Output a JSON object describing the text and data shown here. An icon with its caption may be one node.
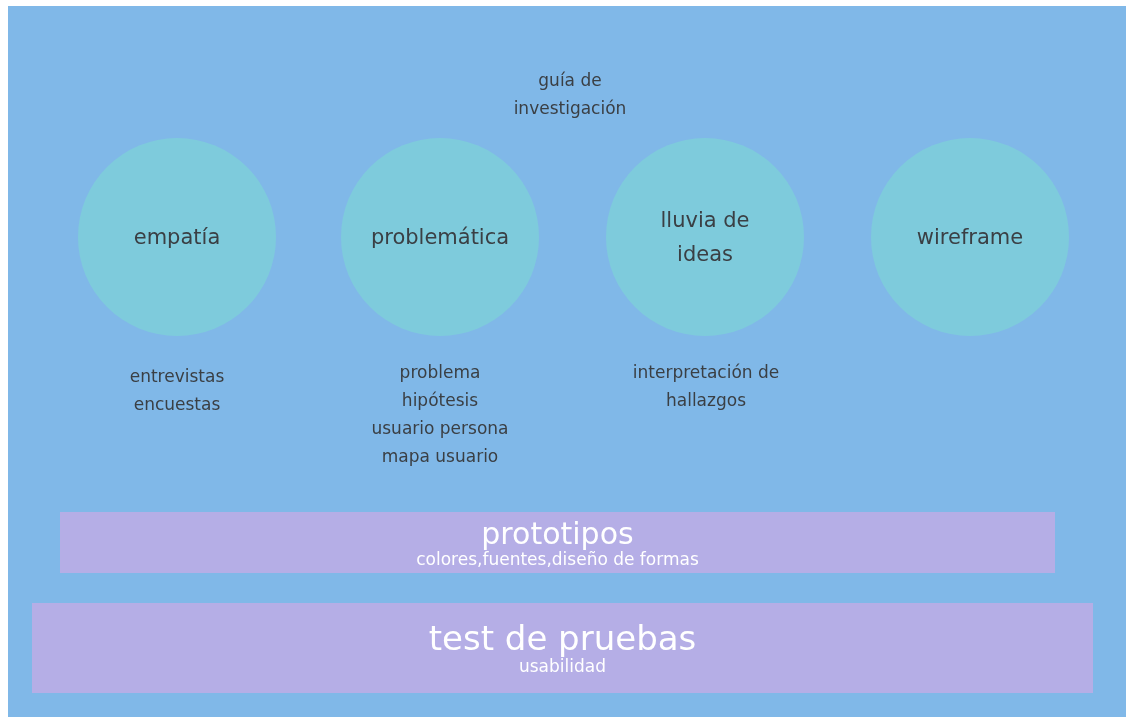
{
  "diagram": {
    "nodes": [
      {
        "text": [
          "empatía"
        ],
        "beside": [
          "entrevistas",
          "encuestas"
        ]
      },
      {
        "text": [
          "problemática"
        ],
        "beside": [
          "problema",
          "hipótesis",
          "usuario persona",
          "mapa usuario"
        ]
      },
      {
        "text": [
          "lluvia de ideas"
        ],
        "beside": [
          "interpretación de hallazgos"
        ]
      },
      {
        "text": [
          "wireframe"
        ]
      },
      {
        "text": [
          "prototipos",
          "colores,fuentes,diseño de formas"
        ]
      },
      {
        "text": [
          "test de pruebas",
          "usabilidad"
        ]
      }
    ],
    "edges": [],
    "labels": [
      "guía de investigación"
    ]
  }
}
